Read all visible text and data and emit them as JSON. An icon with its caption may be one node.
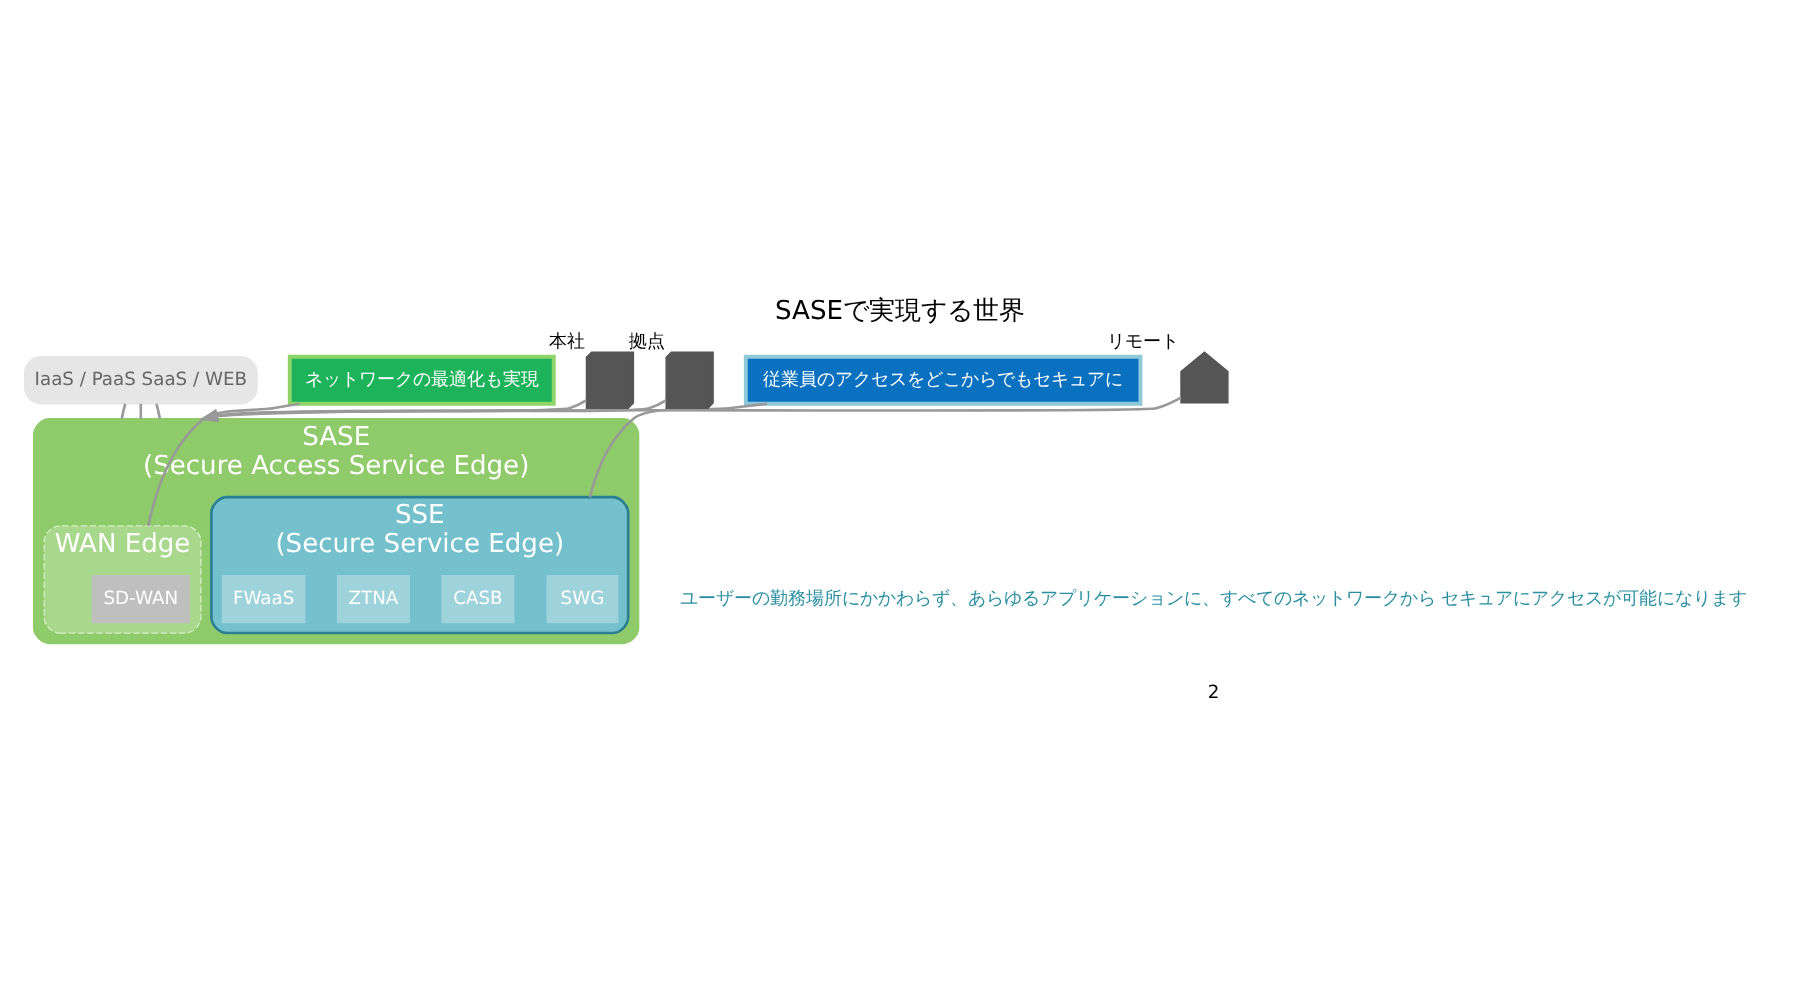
{
  "diagram": {
    "title": "SASEで実現する世界",
    "nodes": [
      {
        "text": [
          "IaaS / PaaS SaaS / WEB"
        ]
      },
      {
        "text": [
          "SASE",
          "(Secure Access Service Edge)"
        ]
      },
      {
        "text": [
          "WAN Edge"
        ],
        "in": 1
      },
      {
        "text": [
          "SD-WAN"
        ],
        "in": 2
      },
      {
        "text": [
          "SSE",
          "(Secure Service Edge)"
        ],
        "in": 1
      },
      {
        "text": [
          "SWG"
        ],
        "in": 4
      },
      {
        "text": [
          "CASB"
        ],
        "in": 4
      },
      {
        "text": [
          "ZTNA"
        ],
        "in": 4
      },
      {
        "text": [
          "FWaaS"
        ],
        "in": 4
      },
      {
        "text": [
          "ネットワークの最適化も実現"
        ]
      },
      {
        "text": [
          "従業員のアクセスをどこからでもセキュアに"
        ]
      },
      {
        "text": [],
        "shape": "building",
        "beside": [
          "拠点"
        ]
      },
      {
        "text": [],
        "shape": "building",
        "beside": [
          "本社"
        ]
      },
      {
        "text": [],
        "shape": "house",
        "beside": [
          "リモート"
        ]
      }
    ],
    "edges": [
      {
        "from": 0,
        "to": 1,
        "arrow": "none"
      },
      {
        "from": 0,
        "to": 1,
        "arrow": "none"
      },
      {
        "from": 0,
        "to": 1,
        "arrow": "none"
      },
      {
        "from": 9,
        "to": 2,
        "arrow": "none"
      },
      {
        "from": 10,
        "to": 4,
        "arrow": "none"
      },
      {
        "from": 11,
        "to": 1,
        "arrow": "to"
      },
      {
        "from": 12,
        "to": 1,
        "arrow": "to"
      },
      {
        "from": 13,
        "to": 1,
        "arrow": "to"
      }
    ],
    "labels": [
      "ユーザーの勤務場所にかかわらず、あらゆるアプリケーションに、すべてのネットワークから セキュアにアクセスが可能になります",
      "2"
    ]
  }
}
